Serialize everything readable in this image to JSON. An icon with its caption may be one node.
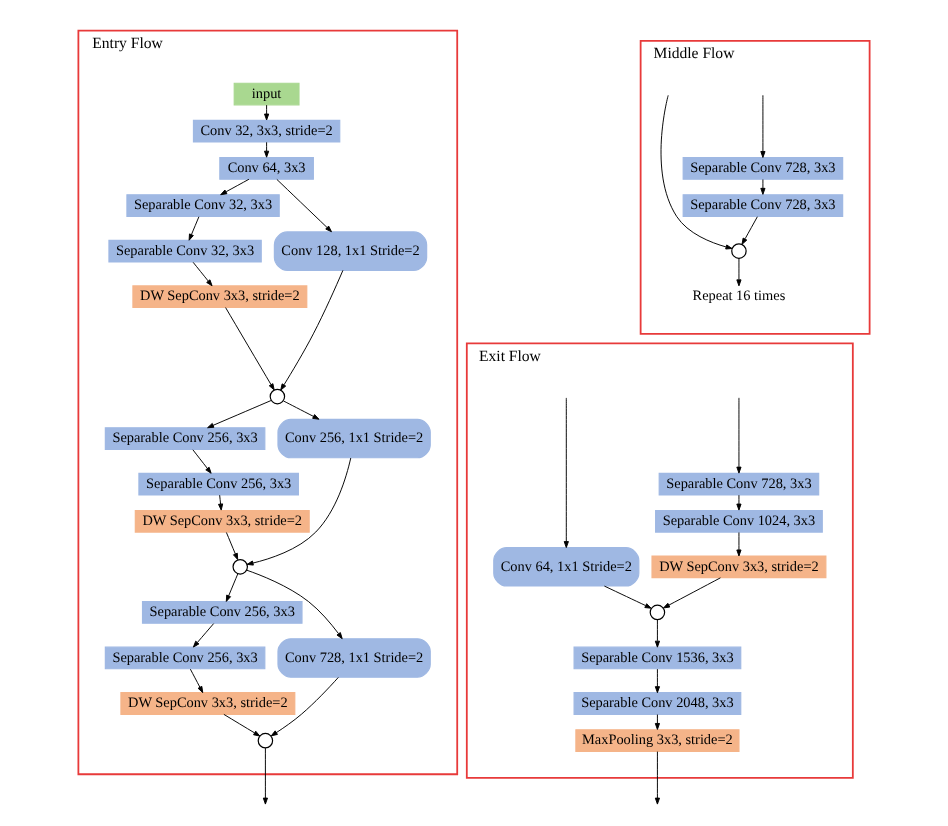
{
  "diagram": {
    "nodes": [
      {
        "text": [
          "Entry Flow"
        ]
      },
      {
        "text": [
          "input"
        ],
        "in": 0
      },
      {
        "text": [
          "Conv 32, 3x3, stride=2"
        ],
        "in": 0
      },
      {
        "text": [
          "Conv 64, 3x3"
        ],
        "in": 0
      },
      {
        "text": [
          "Separable Conv 32, 3x3"
        ],
        "in": 0
      },
      {
        "text": [
          "Conv 128, 1x1 Stride=2"
        ],
        "in": 0
      },
      {
        "text": [
          "Separable Conv 32, 3x3"
        ],
        "in": 0
      },
      {
        "text": [
          "DW SepConv 3x3, stride=2"
        ],
        "in": 0
      },
      {
        "text": [],
        "shape": "circle",
        "in": 0
      },
      {
        "text": [
          "Separable Conv 256, 3x3"
        ],
        "in": 0
      },
      {
        "text": [
          "Conv 256, 1x1 Stride=2"
        ],
        "in": 0
      },
      {
        "text": [
          "Separable Conv 256, 3x3"
        ],
        "in": 0
      },
      {
        "text": [
          "DW SepConv 3x3, stride=2"
        ],
        "in": 0
      },
      {
        "text": [],
        "shape": "circle",
        "in": 0
      },
      {
        "text": [
          "Separable Conv 256, 3x3"
        ],
        "in": 0
      },
      {
        "text": [
          "Conv 728, 1x1 Stride=2"
        ],
        "in": 0
      },
      {
        "text": [
          "Separable Conv 256, 3x3"
        ],
        "in": 0
      },
      {
        "text": [
          "DW SepConv 3x3, stride=2"
        ],
        "in": 0
      },
      {
        "text": [],
        "shape": "circle",
        "in": 0
      },
      {
        "text": [
          "Middle Flow"
        ]
      },
      {
        "text": [
          "Separable Conv 728, 3x3"
        ],
        "in": 19
      },
      {
        "text": [
          "Separable Conv 728, 3x3"
        ],
        "in": 19
      },
      {
        "text": [],
        "shape": "circle",
        "in": 19
      },
      {
        "text": [
          "Repeat 16 times"
        ],
        "in": 19
      },
      {
        "text": [
          "Exit Flow"
        ]
      },
      {
        "text": [
          "Separable Conv 728, 3x3"
        ],
        "in": 24
      },
      {
        "text": [
          "Conv 64, 1x1 Stride=2"
        ],
        "in": 24
      },
      {
        "text": [
          "Separable Conv 1024, 3x3"
        ],
        "in": 24
      },
      {
        "text": [
          "DW SepConv 3x3, stride=2"
        ],
        "in": 24
      },
      {
        "text": [],
        "shape": "circle",
        "in": 24
      },
      {
        "text": [
          "Separable Conv 1536, 3x3"
        ],
        "in": 24
      },
      {
        "text": [
          "Separable Conv 2048, 3x3"
        ],
        "in": 24
      },
      {
        "text": [
          "MaxPooling 3x3, stride=2"
        ],
        "in": 24
      }
    ],
    "edges": [
      {
        "from": 1,
        "to": 2,
        "arrow": "to"
      },
      {
        "from": 2,
        "to": 3,
        "arrow": "to"
      },
      {
        "from": 3,
        "to": 4,
        "arrow": "to"
      },
      {
        "from": 3,
        "to": 5,
        "arrow": "to"
      },
      {
        "from": 4,
        "to": 6,
        "arrow": "to"
      },
      {
        "from": 6,
        "to": 7,
        "arrow": "to"
      },
      {
        "from": 7,
        "to": 8,
        "arrow": "to"
      },
      {
        "from": 5,
        "to": 8,
        "arrow": "to"
      },
      {
        "from": 8,
        "to": 9,
        "arrow": "to"
      },
      {
        "from": 8,
        "to": 10,
        "arrow": "to"
      },
      {
        "from": 9,
        "to": 11,
        "arrow": "to"
      },
      {
        "from": 11,
        "to": 12,
        "arrow": "to"
      },
      {
        "from": 12,
        "to": 13,
        "arrow": "to"
      },
      {
        "from": 10,
        "to": 13,
        "arrow": "to"
      },
      {
        "from": 13,
        "to": 14,
        "arrow": "to"
      },
      {
        "from": 13,
        "to": 15,
        "arrow": "to"
      },
      {
        "from": 14,
        "to": 16,
        "arrow": "to"
      },
      {
        "from": 16,
        "to": 17,
        "arrow": "to"
      },
      {
        "from": 17,
        "to": 18,
        "arrow": "to"
      },
      {
        "from": 15,
        "to": 18,
        "arrow": "to"
      },
      {
        "from": 18,
        "to": null,
        "arrow": "to"
      },
      {
        "from": null,
        "to": 20,
        "arrow": "to"
      },
      {
        "from": null,
        "to": 22,
        "arrow": "to"
      },
      {
        "from": 20,
        "to": 21,
        "arrow": "to"
      },
      {
        "from": 21,
        "to": 22,
        "arrow": "to"
      },
      {
        "from": 22,
        "to": 23,
        "arrow": "to"
      },
      {
        "from": null,
        "to": 25,
        "arrow": "to"
      },
      {
        "from": null,
        "to": 26,
        "arrow": "to"
      },
      {
        "from": 25,
        "to": 27,
        "arrow": "to"
      },
      {
        "from": 27,
        "to": 28,
        "arrow": "to"
      },
      {
        "from": 28,
        "to": 29,
        "arrow": "to"
      },
      {
        "from": 26,
        "to": 29,
        "arrow": "to"
      },
      {
        "from": 29,
        "to": 30,
        "arrow": "to"
      },
      {
        "from": 30,
        "to": 31,
        "arrow": "to"
      },
      {
        "from": 31,
        "to": 32,
        "arrow": "to"
      },
      {
        "from": 32,
        "to": null,
        "arrow": "to"
      }
    ]
  }
}
